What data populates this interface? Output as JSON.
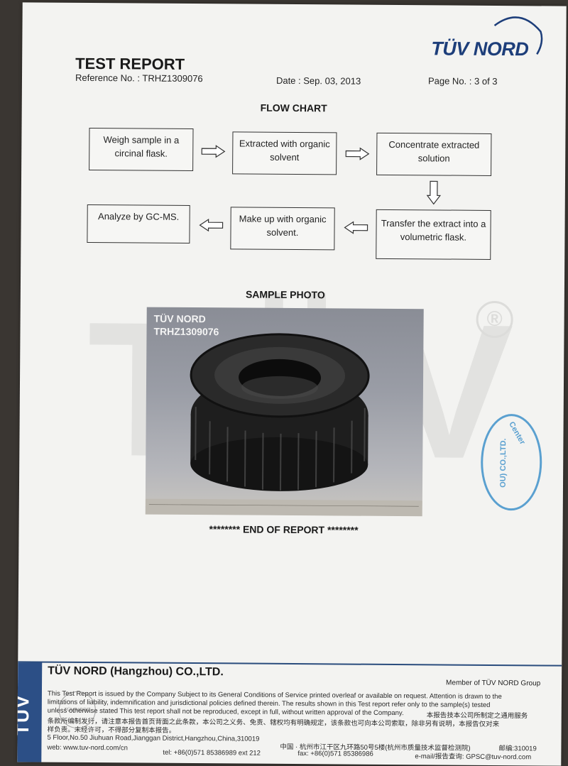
{
  "header": {
    "logo": "TÜV NORD",
    "title": "TEST REPORT",
    "reference": "Reference No. : TRHZ1309076",
    "date": "Date : Sep. 03, 2013",
    "page": "Page No. : 3 of 3"
  },
  "flow_chart": {
    "title": "FLOW CHART",
    "steps": [
      "Weigh sample in a circinal flask.",
      "Extracted with organic solvent",
      "Concentrate extracted solution",
      "Transfer the extract into a volumetric flask.",
      "Make up with organic solvent.",
      "Analyze by GC-MS."
    ]
  },
  "sample_photo": {
    "title": "SAMPLE PHOTO",
    "label_line1": "TÜV NORD",
    "label_line2": "TRHZ1309076"
  },
  "end_text": "******** END OF REPORT ********",
  "watermark": {
    "text": "TÜV",
    "registered": "®"
  },
  "seal": {
    "text1": "Center",
    "text2": "OU) CO.,LTD."
  },
  "footer": {
    "side_logo": "TÜV",
    "company": "TÜV NORD (Hangzhou) CO.,LTD.",
    "member": "Member of TÜV NORD Group",
    "terms_en_1": "This Test Report is issued by the Company Subject to its General Conditions of Service printed overleaf or available on request. Attention is drawn to the",
    "terms_en_2": "limitations of liability, indemnification and jurisdictional policies defined therein. The results shown in this Test report refer only to the sample(s) tested",
    "terms_en_3": "unless otherwise stated This test report shall not be reproduced, except in full, without written approval of the Company.",
    "terms_cn_1": "本报告技本公司所制定之通用服务",
    "terms_cn_2a": "条款所编制发行，请注意本报告首页背面之此条款，本公司之义务、免责、辖权均有明确规定，该条款也可向本公司索取，除非另有说明，本报告仅对来",
    "terms_cn_2b": "样负责。未经许可，不得部分复制本报告。",
    "stamp": "TÜV NORD",
    "address": "5 Floor,No.50 Jiuhuan Road,Jianggan District,Hangzhou,China,310019",
    "web": "web: www.tuv-nord.com/cn",
    "address_cn": "中国 · 杭州市江干区九环路50号5楼(杭州市质量技术监督检测院)",
    "postcode": "邮编:310019",
    "tel": "tel: +86(0)571 85386989 ext 212",
    "fax": "fax: +86(0)571 85386986",
    "email": "e-mail/报告查询: GPSC@tuv-nord.com"
  }
}
